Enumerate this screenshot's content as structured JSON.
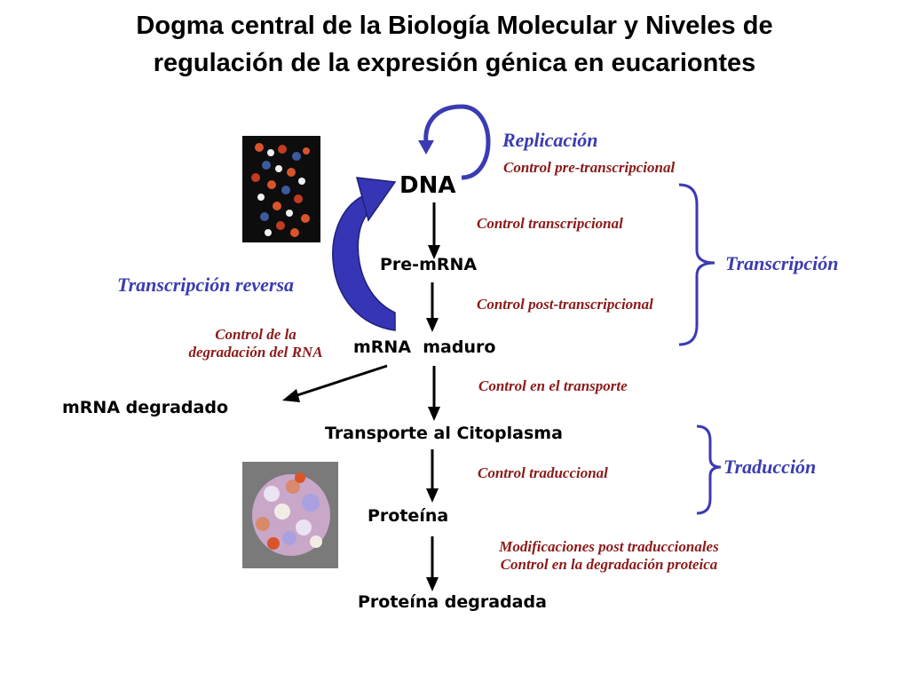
{
  "title": {
    "line1": "Dogma central de la Biología Molecular y Niveles de",
    "line2": "regulación de la expresión génica en eucariontes"
  },
  "nodes": {
    "dna": "DNA",
    "pre_mrna": "Pre-mRNA",
    "mrna_maduro": "mRNA  maduro",
    "mrna_degradado": "mRNA degradado",
    "transporte": "Transporte al Citoplasma",
    "proteina": "Proteína",
    "proteina_degradada": "Proteína degradada"
  },
  "processes": {
    "replicacion": "Replicación",
    "transcripcion_reversa": "Transcripción reversa",
    "transcripcion": "Transcripción",
    "traduccion": "Traducción"
  },
  "controls": {
    "pre_transcripcional": "Control pre-transcripcional",
    "transcripcional": "Control transcripcional",
    "post_transcripcional": "Control post-transcripcional",
    "degradacion_rna_line1": "Control de la",
    "degradacion_rna_line2": "degradación del RNA",
    "transporte": "Control en el transporte",
    "traduccional": "Control traduccional",
    "post_traduccionales": "Modificaciones post traduccionales",
    "degradacion_proteica": "Control en la degradación proteica"
  },
  "colors": {
    "arrow": "#000000",
    "process_blue": "#3b3bb3",
    "control_red": "#8b1a1a"
  }
}
